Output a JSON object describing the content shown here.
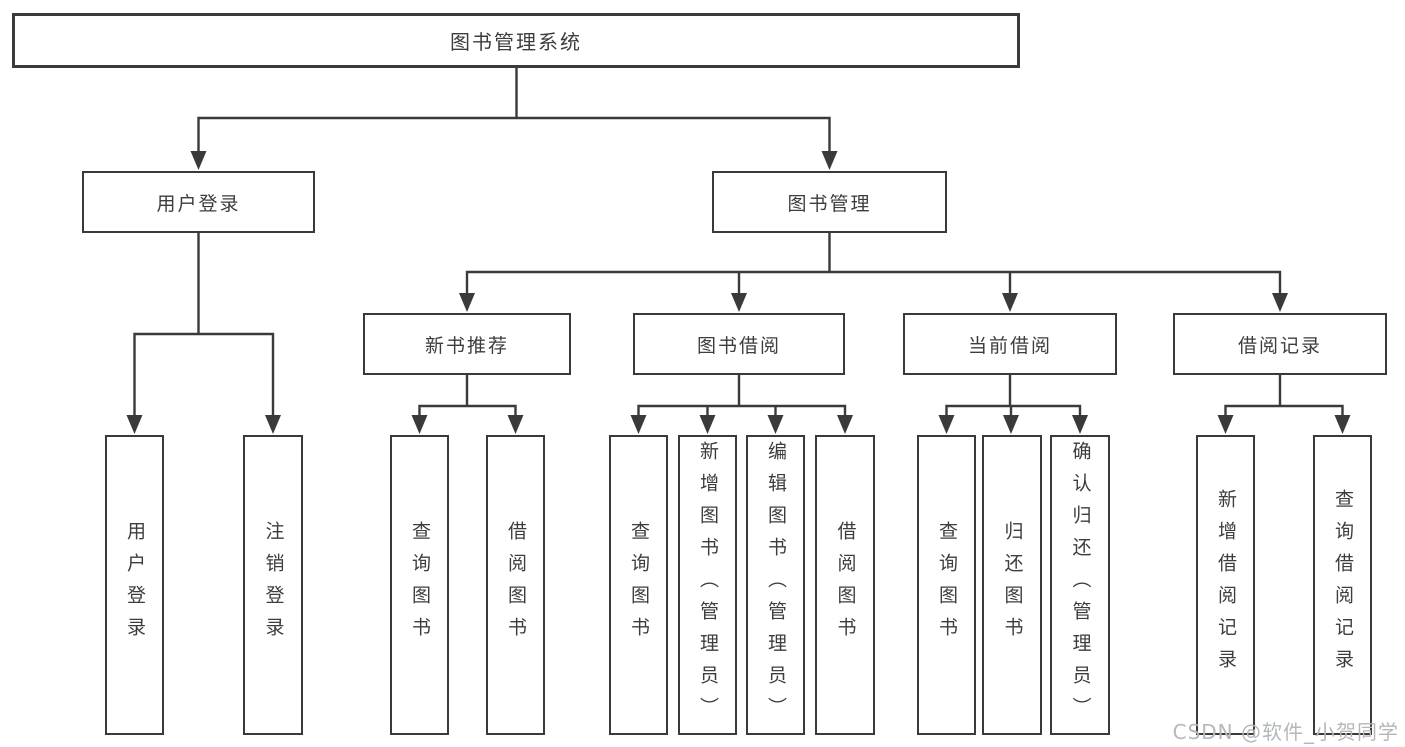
{
  "diagram": {
    "type": "hierarchy-tree",
    "root": {
      "label": "图书管理系统"
    },
    "branches": [
      {
        "label": "用户登录",
        "children": [
          {
            "label": "用户登录"
          },
          {
            "label": "注销登录"
          }
        ]
      },
      {
        "label": "图书管理",
        "children": [
          {
            "label": "新书推荐",
            "children": [
              {
                "label": "查询图书"
              },
              {
                "label": "借阅图书"
              }
            ]
          },
          {
            "label": "图书借阅",
            "children": [
              {
                "label": "查询图书"
              },
              {
                "label": "新增图书（管理员）"
              },
              {
                "label": "编辑图书（管理员）"
              },
              {
                "label": "借阅图书"
              }
            ]
          },
          {
            "label": "当前借阅",
            "children": [
              {
                "label": "查询图书"
              },
              {
                "label": "归还图书"
              },
              {
                "label": "确认归还（管理员）"
              }
            ]
          },
          {
            "label": "借阅记录",
            "children": [
              {
                "label": "新增借阅记录"
              },
              {
                "label": "查询借阅记录"
              }
            ]
          }
        ]
      }
    ]
  },
  "watermark": "CSDN @软件_小贺同学",
  "colors": {
    "line": "#3a3a3a",
    "text": "#3d3d3d",
    "watermark": "#b4b8ba",
    "background": "#ffffff"
  }
}
